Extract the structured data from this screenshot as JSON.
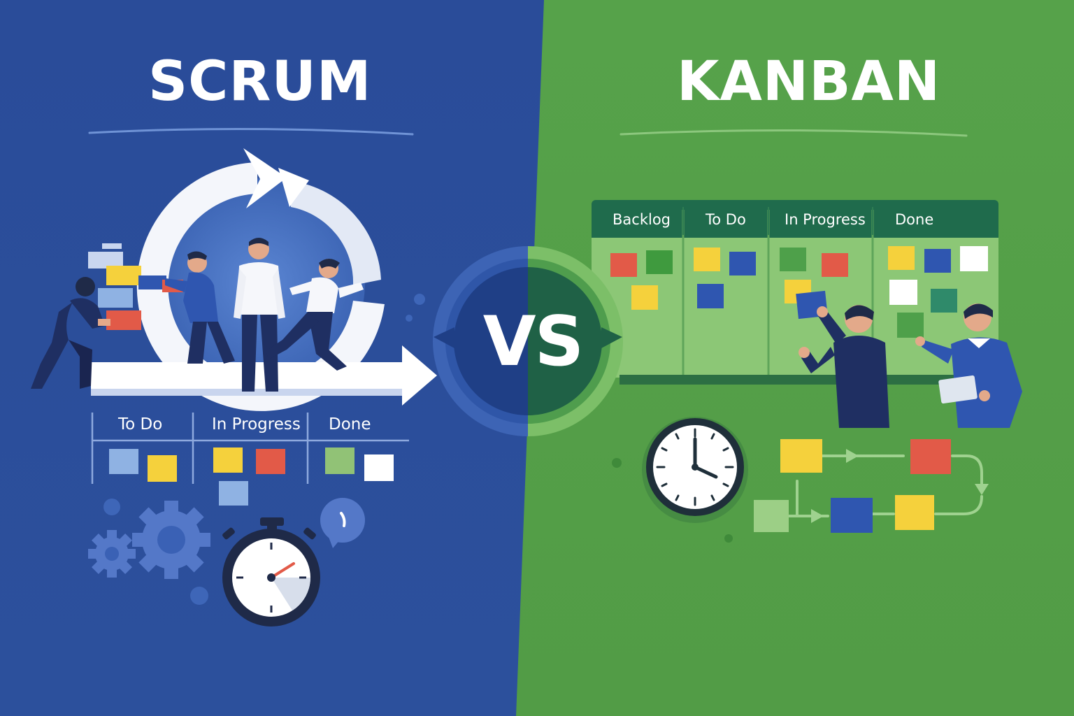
{
  "left_panel": {
    "title": "SCRUM",
    "color": "#2c4f9a",
    "board_columns": [
      "To Do",
      "In Progress",
      "Done"
    ]
  },
  "right_panel": {
    "title": "KANBAN",
    "color": "#55a04a",
    "board_columns": [
      "Backlog",
      "To Do",
      "In Progress",
      "Done"
    ]
  },
  "center_badge": {
    "label": "VS"
  },
  "icons": [
    "sprint-cycle-arrow-icon",
    "gear-icon",
    "stopwatch-icon",
    "speech-bubble-icon",
    "wall-clock-icon",
    "workflow-arrows-icon"
  ],
  "sticky_note_colors": {
    "red": "#e25a48",
    "yellow": "#f5d13c",
    "green": "#4ea04a",
    "blue": "#2f56b0",
    "light_blue": "#8fb2e3",
    "white": "#ffffff"
  }
}
